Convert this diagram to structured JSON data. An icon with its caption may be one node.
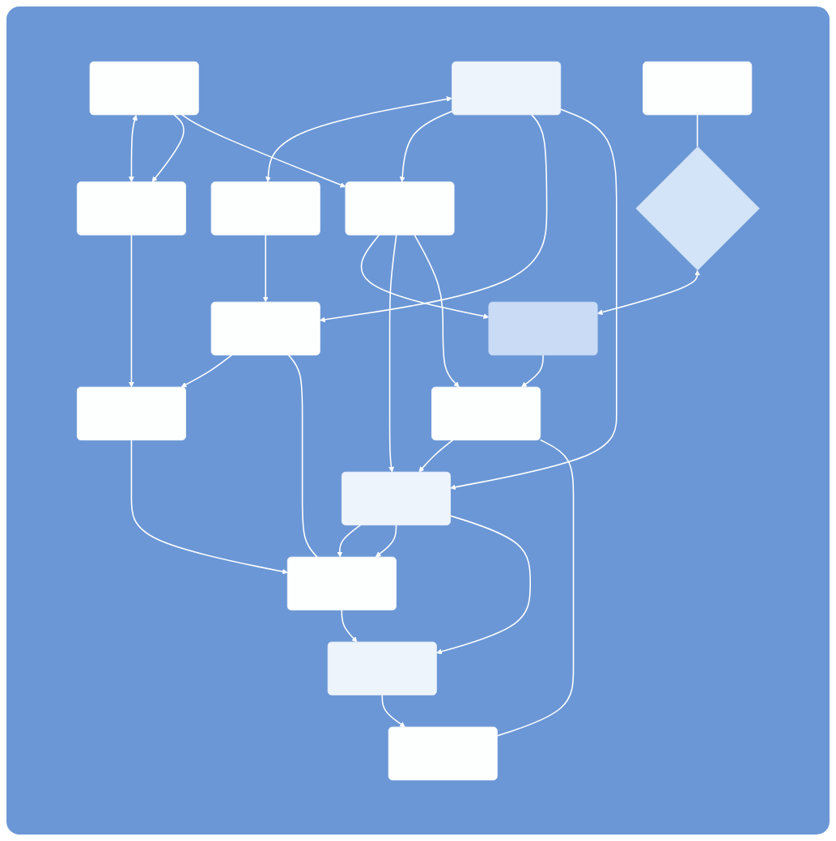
{
  "diagram": {
    "nodes": [
      {
        "text": [],
        "shape": "box"
      },
      {
        "text": [],
        "shape": "diamond"
      },
      {
        "text": [],
        "shape": "box"
      },
      {
        "text": [],
        "shape": "box"
      },
      {
        "text": [],
        "shape": "box"
      },
      {
        "text": [],
        "shape": "box"
      },
      {
        "text": [],
        "shape": "box"
      },
      {
        "text": [],
        "shape": "box"
      },
      {
        "text": [],
        "shape": "box"
      },
      {
        "text": [],
        "shape": "box"
      },
      {
        "text": [],
        "shape": "box"
      },
      {
        "text": [],
        "shape": "box"
      },
      {
        "text": [],
        "shape": "box"
      },
      {
        "text": [],
        "shape": "box"
      },
      {
        "text": [],
        "shape": "box"
      }
    ],
    "edges": [
      {
        "from": 0,
        "to": 1,
        "arrow": "none"
      },
      {
        "from": 1,
        "to": 5,
        "arrow": "both"
      },
      {
        "from": 6,
        "to": 2,
        "arrow": "both"
      },
      {
        "from": 3,
        "to": 4,
        "arrow": "both"
      },
      {
        "from": 3,
        "to": 4,
        "arrow": "to"
      },
      {
        "from": 3,
        "to": 8,
        "arrow": "to"
      },
      {
        "from": 6,
        "to": 8,
        "arrow": "to"
      },
      {
        "from": 6,
        "to": 7,
        "arrow": "to"
      },
      {
        "from": 2,
        "to": 7,
        "arrow": "to"
      },
      {
        "from": 4,
        "to": 9,
        "arrow": "to"
      },
      {
        "from": 7,
        "to": 9,
        "arrow": "to"
      },
      {
        "from": 7,
        "to": 12,
        "arrow": "none"
      },
      {
        "from": 8,
        "to": 5,
        "arrow": "to"
      },
      {
        "from": 6,
        "to": 11,
        "arrow": "to"
      },
      {
        "from": 8,
        "to": 11,
        "arrow": "to"
      },
      {
        "from": 8,
        "to": 10,
        "arrow": "to"
      },
      {
        "from": 5,
        "to": 10,
        "arrow": "to"
      },
      {
        "from": 9,
        "to": 12,
        "arrow": "to"
      },
      {
        "from": 11,
        "to": 12,
        "arrow": "to"
      },
      {
        "from": 10,
        "to": 11,
        "arrow": "to"
      },
      {
        "from": 11,
        "to": 12,
        "arrow": "to"
      },
      {
        "from": 11,
        "to": 14,
        "arrow": "to"
      },
      {
        "from": 10,
        "to": 13,
        "arrow": "none"
      },
      {
        "from": 12,
        "to": 14,
        "arrow": "to"
      },
      {
        "from": 14,
        "to": 13,
        "arrow": "to"
      }
    ]
  }
}
